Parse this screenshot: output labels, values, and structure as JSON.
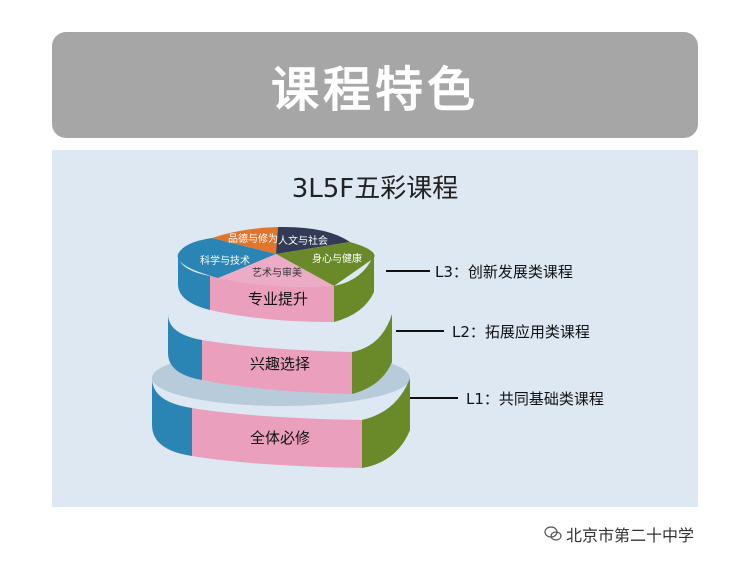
{
  "header": {
    "title": "课程特色"
  },
  "diagram": {
    "title": "3L5F五彩课程",
    "tiers": [
      {
        "label": "专业提升",
        "level": "L3：创新发展类课程"
      },
      {
        "label": "兴趣选择",
        "level": "L2：拓展应用类课程"
      },
      {
        "label": "全体必修",
        "level": "L1：共同基础类课程"
      }
    ],
    "domains": [
      "品德与修为",
      "人文与社会",
      "身心与健康",
      "艺术与审美",
      "科学与技术"
    ],
    "colors": {
      "blue": "#2a85b5",
      "pink": "#eaa0bc",
      "olive": "#6a8a2a",
      "orange": "#e0762c",
      "navy": "#333a55",
      "top_pink": "#ecacc6"
    }
  },
  "watermark": {
    "text": "北京市第二十中学",
    "icon": "wechat-icon"
  }
}
